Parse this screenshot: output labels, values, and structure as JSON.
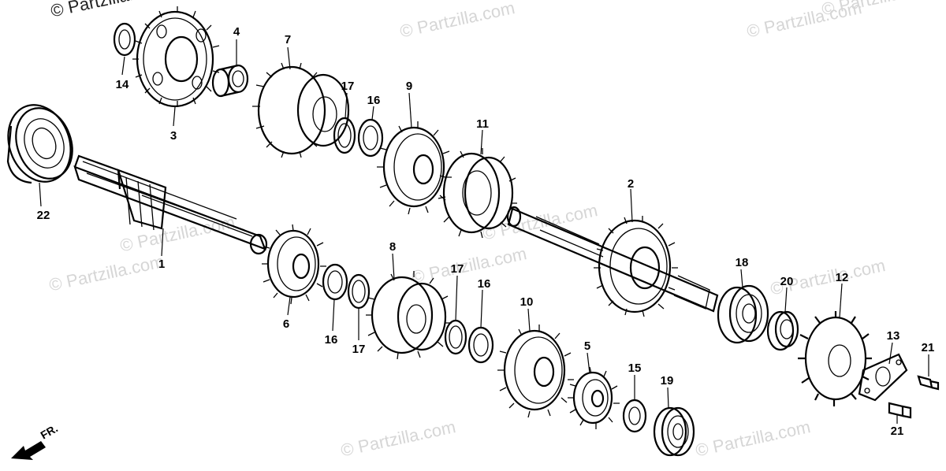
{
  "watermarks": {
    "main": "© Partzilla.com",
    "faint": [
      "© Partzilla.com",
      "© Partzilla.com",
      "© Partzilla.com",
      "© Partzilla.com",
      "© Partzilla.com",
      "© Partzilla.com",
      "© Partzilla.com",
      "© Partzilla.com",
      "© Partzilla.com",
      "© Partzilla.com"
    ]
  },
  "direction_label": "FR.",
  "callouts": [
    "14",
    "3",
    "4",
    "7",
    "17",
    "16",
    "9",
    "11",
    "22",
    "1",
    "2",
    "6",
    "16",
    "17",
    "8",
    "17",
    "16",
    "10",
    "5",
    "15",
    "19",
    "18",
    "20",
    "12",
    "13",
    "21",
    "21"
  ]
}
